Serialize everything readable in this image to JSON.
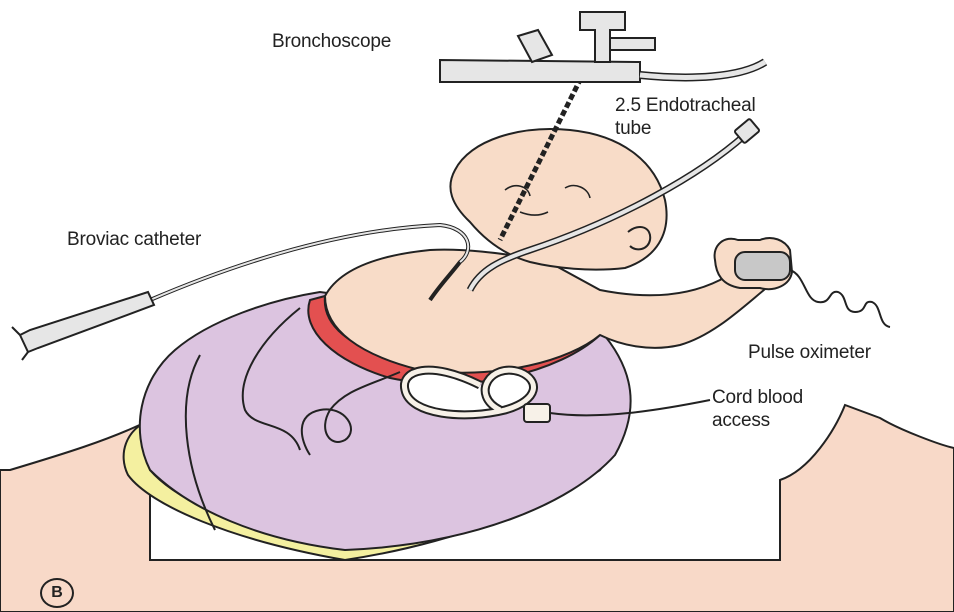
{
  "figure": {
    "panel_label": "B",
    "labels": {
      "bronchoscope": "Bronchoscope",
      "endotracheal_tube_line1": "2.5 Endotracheal",
      "endotracheal_tube_line2": "tube",
      "broviac_catheter": "Broviac catheter",
      "pulse_oximeter": "Pulse oximeter",
      "cord_blood_access_line1": "Cord blood",
      "cord_blood_access_line2": "access"
    }
  },
  "colors": {
    "mother_skin": "#f8d9c8",
    "infant_skin": "#f8dcc8",
    "uterus": "#dcc4e0",
    "incision_edge": "#f4f0a0",
    "uterine_rim": "#e35050",
    "outline": "#222222"
  }
}
